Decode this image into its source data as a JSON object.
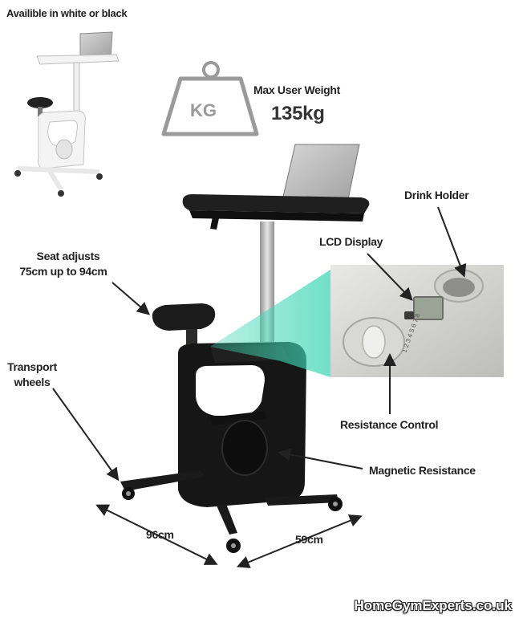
{
  "availability_text": "Availible in white or black",
  "weight": {
    "icon": "kg-weight-icon",
    "icon_text": "KG",
    "label": "Max User Weight",
    "value": "135kg"
  },
  "callouts": {
    "drink_holder": "Drink Holder",
    "lcd_display": "LCD Display",
    "seat_line1": "Seat adjusts",
    "seat_line2": "75cm up to 94cm",
    "transport_line1": "Transport",
    "transport_line2": "wheels",
    "resistance_control": "Resistance Control",
    "magnetic_resistance": "Magnetic Resistance"
  },
  "dimensions": {
    "length": "96cm",
    "width": "59cm"
  },
  "watermark": "HomeGymExperts.co.uk",
  "colors": {
    "frame_black": "#1a1a1a",
    "frame_white": "#f2f2f2",
    "highlight_teal": "#3fd6b4",
    "icon_grey": "#9a9a9a",
    "text": "#222222"
  }
}
